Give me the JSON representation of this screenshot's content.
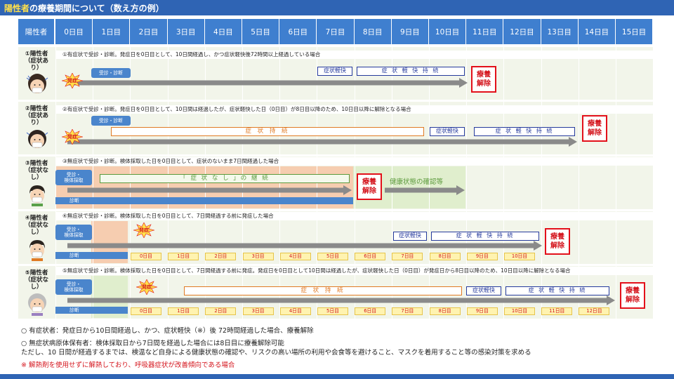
{
  "title": {
    "highlight": "陽性者",
    "rest": "の療養期間について（数え方の例）"
  },
  "header": {
    "first": "陽性者",
    "days": [
      "0日目",
      "1日目",
      "2日目",
      "3日目",
      "4日目",
      "5日目",
      "6日目",
      "7日目",
      "8日目",
      "9日目",
      "10日目",
      "11日目",
      "12日目",
      "13日目",
      "14日目",
      "15日目"
    ]
  },
  "rows": [
    {
      "label_lines": [
        "①陽性者",
        "（症状あ",
        "り）"
      ],
      "banner": "①有症状で受診・診断。発症日を0日目として、10日間経過し、かつ症状軽快後72時間以上経過している場合",
      "visit": "受診・診断",
      "onset": "発症",
      "mild": "症状軽快",
      "mild_continue": "症 状 軽 快 持 続",
      "release": [
        "療養",
        "解除"
      ]
    },
    {
      "label_lines": [
        "②陽性者",
        "（症状あ",
        "り）"
      ],
      "banner": "②有症状で受診・診断。発症日を0日目として、10日間は経過したが、症状軽快した日（0日目）が8日目以降のため、10日目以降に解除となる場合",
      "visit": "受診・診断",
      "onset": "発症",
      "symptom_continue": "症 状 持 続",
      "mild": "症状軽快",
      "mild_continue": "症 状 軽 快 持 続",
      "release": [
        "療養",
        "解除"
      ]
    },
    {
      "label_lines": [
        "③陽性者",
        "（症状な",
        "し）"
      ],
      "banner": "③無症状で受診・診断。検体採取した日を0日目として、症状のないまま7日間経過した場合",
      "visit_lines": [
        "受診・",
        "検体採取"
      ],
      "diagnosis": "診断",
      "no_symptom": "「 症 状 な し 」の 継 続",
      "release": [
        "療養",
        "解除"
      ],
      "health_check": "健康状態の確認等"
    },
    {
      "label_lines": [
        "④陽性者",
        "（症状な",
        "し）"
      ],
      "banner": "④無症状で受診・診断。検体採取した日を0日目として、7日間経過する前に発症した場合",
      "visit_lines": [
        "受診・",
        "検体採取"
      ],
      "diagnosis": "診断",
      "onset": "発症",
      "mild": "症状軽快",
      "mild_continue": "症 状 軽 快 持 続",
      "release": [
        "療養",
        "解除"
      ],
      "day_labels": [
        "0日目",
        "1日目",
        "2日目",
        "3日目",
        "4日目",
        "5日目",
        "6日目",
        "7日目",
        "8日目",
        "9日目",
        "10日目"
      ]
    },
    {
      "label_lines": [
        "⑤陽性者",
        "（症状な",
        "し）"
      ],
      "banner": "⑤無症状で受診・診断。検体採取した日を0日目として、7日間経過する前に発症。発症日を0日目として10日間は経過したが、症状軽快した日（0日目）が発症日から8日目以降のため、10日目以降に解除となる場合",
      "visit_lines": [
        "受診・",
        "検体採取"
      ],
      "diagnosis": "診断",
      "onset": "発症",
      "symptom_continue": "症 状 持 続",
      "mild": "症状軽快",
      "mild_continue": "症 状 軽 快 持 続",
      "release": [
        "療養",
        "解除"
      ],
      "day_labels": [
        "0日目",
        "1日目",
        "2日目",
        "3日目",
        "4日目",
        "5日目",
        "6日目",
        "7日目",
        "8日目",
        "9日目",
        "10日目",
        "11日目",
        "12日目"
      ]
    }
  ],
  "notes": [
    "○  有症状者：発症日から10日間経過し、かつ、症状軽快（※）後 72時間経過した場合、療養解除",
    "○  無症状病原体保有者：検体採取日から7日間を経過した場合には8日目に療養解除可能",
    "     ただし、10 日間が経過するまでは、検温など自身による健康状態の確認や、リスクの高い場所の利用や会食等を避けること、マスクを着用すること等の感染対策を求める",
    "※  解熱剤を使用せずに解熱しており、呼吸器症状が改善傾向である場合"
  ],
  "colors": {
    "header": "#3f7fcf",
    "accent_red": "#e3101a",
    "bar": "#8a8a8a"
  }
}
